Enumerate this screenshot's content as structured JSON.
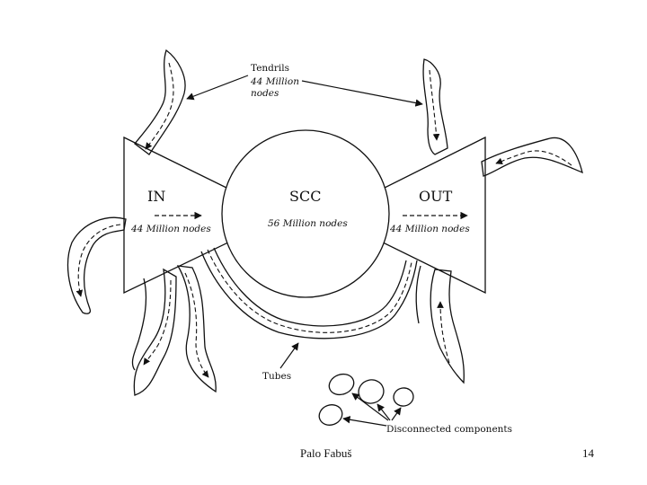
{
  "diagram": {
    "tendrils_title": "Tendrils",
    "tendrils_line1": "44 Million",
    "tendrils_line2": "nodes",
    "in_label": "IN",
    "in_count": "44 Million nodes",
    "scc_label": "SCC",
    "scc_count": "56 Million nodes",
    "out_label": "OUT",
    "out_count": "44 Million nodes",
    "tubes_label": "Tubes",
    "disconnected_label": "Disconnected components"
  },
  "footer": {
    "author": "Palo Fabuš",
    "page_number": "14"
  }
}
